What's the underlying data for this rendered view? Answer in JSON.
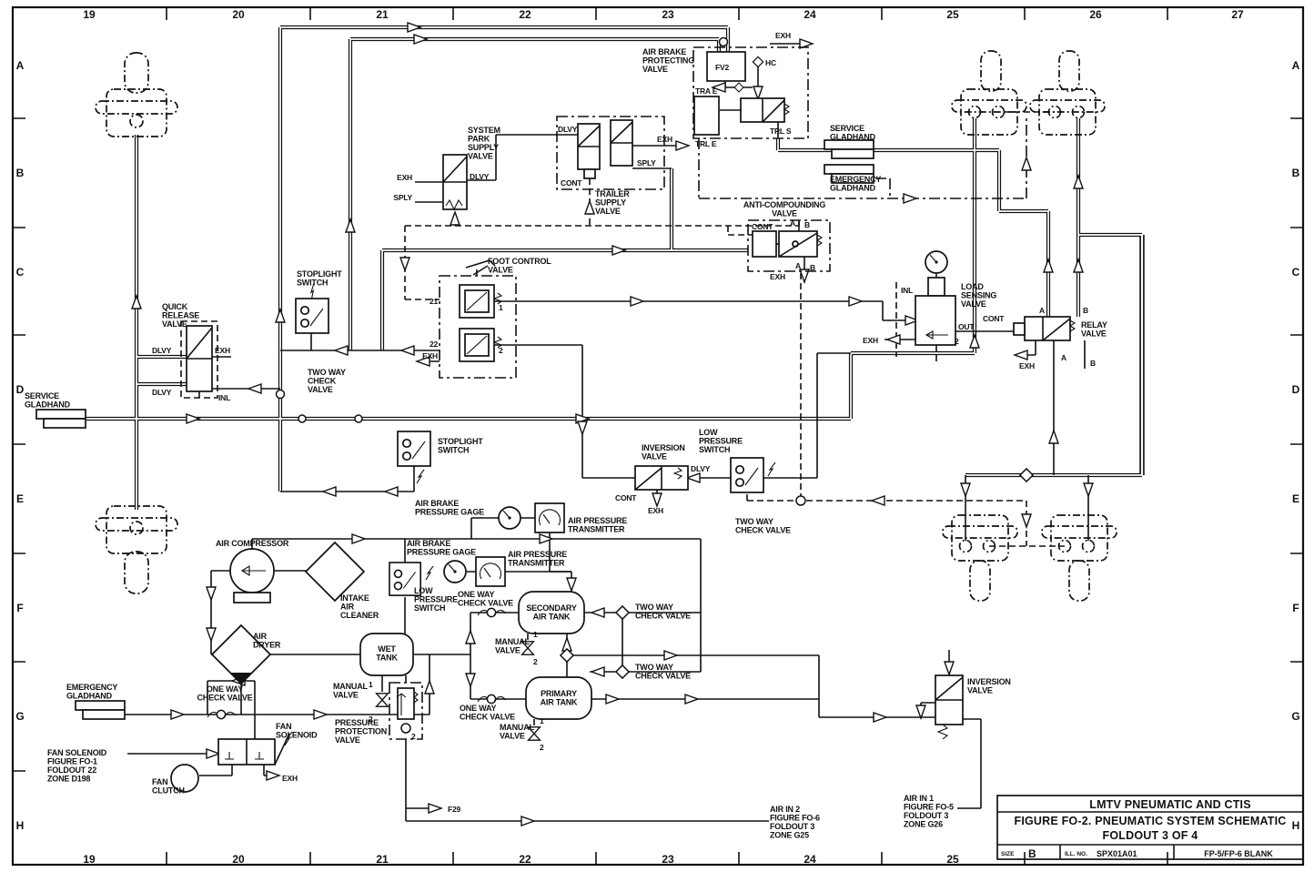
{
  "title_block": {
    "system_title": "LMTV PNEUMATIC AND CTIS",
    "figure_title": "FIGURE FO-2. PNEUMATIC SYSTEM SCHEMATIC",
    "foldout": "FOLDOUT 3 OF 4",
    "size_label": "SIZE",
    "size": "B",
    "ill_no_label": "ILL. NO.",
    "ill_no": "SPX01A01",
    "sheet_note": "FP-5/FP-6 BLANK"
  },
  "grid": {
    "columns": [
      "19",
      "20",
      "21",
      "22",
      "23",
      "24",
      "25",
      "26",
      "27"
    ],
    "rows": [
      "A",
      "B",
      "C",
      "D",
      "E",
      "F",
      "G",
      "H"
    ]
  },
  "components": {
    "service_gladhand": [
      "SERVICE",
      "GLADHAND"
    ],
    "emergency_gladhand": [
      "EMERGENCY",
      "GLADHAND"
    ],
    "quick_release_valve": [
      "QUICK",
      "RELEASE",
      "VALVE"
    ],
    "two_way_check_valve_3": [
      "TWO WAY",
      "CHECK",
      "VALVE"
    ],
    "two_way_check_valve_2": [
      "TWO WAY",
      "CHECK VALVE"
    ],
    "stoplight_switch": [
      "STOPLIGHT",
      "SWITCH"
    ],
    "foot_control_valve": [
      "FOOT CONTROL",
      "VALVE"
    ],
    "system_park_supply_valve": [
      "SYSTEM",
      "PARK",
      "SUPPLY",
      "VALVE"
    ],
    "trailer_supply_valve": [
      "TRAILER",
      "SUPPLY",
      "VALVE"
    ],
    "air_brake_protecting_valve": [
      "AIR BRAKE",
      "PROTECTING",
      "VALVE"
    ],
    "anti_compounding_valve": [
      "ANTI-COMPOUNDING",
      "VALVE"
    ],
    "load_sensing_valve": [
      "LOAD",
      "SENSING",
      "VALVE"
    ],
    "relay_valve": [
      "RELAY",
      "VALVE"
    ],
    "inversion_valve": [
      "INVERSION",
      "VALVE"
    ],
    "low_pressure_switch": [
      "LOW",
      "PRESSURE",
      "SWITCH"
    ],
    "air_brake_pressure_gage": [
      "AIR BRAKE",
      "PRESSURE GAGE"
    ],
    "air_pressure_transmitter": [
      "AIR PRESSURE",
      "TRANSMITTER"
    ],
    "air_compressor": [
      "AIR  COMPRESSOR"
    ],
    "intake_air_cleaner": [
      "INTAKE",
      "AIR",
      "CLEANER"
    ],
    "air_dryer": [
      "AIR",
      "DRYER"
    ],
    "one_way_check_valve": [
      "ONE WAY",
      "CHECK VALVE"
    ],
    "wet_tank": [
      "WET",
      "TANK"
    ],
    "manual_valve": [
      "MANUAL",
      "VALVE"
    ],
    "pressure_protection_valve": [
      "PRESSURE",
      "PROTECTION",
      "VALVE"
    ],
    "fan_solenoid": [
      "FAN",
      "SOLENOID"
    ],
    "fan_clutch": [
      "FAN",
      "CLUTCH"
    ],
    "secondary_air_tank": [
      "SECONDARY",
      "AIR TANK"
    ],
    "primary_air_tank": [
      "PRIMARY",
      "AIR TANK"
    ]
  },
  "refs": {
    "fan_solenoid_ref": [
      "FAN SOLENOID",
      "FIGURE FO-1",
      "FOLDOUT 22",
      "ZONE D198"
    ],
    "air_in_1": [
      "AIR IN 1",
      "FIGURE FO-5",
      "FOLDOUT 3",
      "ZONE G26"
    ],
    "air_in_2": [
      "AIR IN 2",
      "FIGURE FO-6",
      "FOLDOUT 3",
      "ZONE G25"
    ],
    "f29": "F29"
  },
  "ports": {
    "exh": "EXH",
    "dlvy": "DLVY",
    "inl": "INL",
    "sply": "SPLY",
    "cont": "CONT",
    "out": "OUT",
    "a": "A",
    "b": "B",
    "n1": "1",
    "n2": "2",
    "n21": "21",
    "n22": "22",
    "fv2": "FV2",
    "hc": "HC",
    "tra_e": "TRA E",
    "trl_e": "TRL E",
    "trl_s": "TRL S"
  },
  "colors": {
    "ink": "#111111",
    "paper": "#ffffff"
  }
}
